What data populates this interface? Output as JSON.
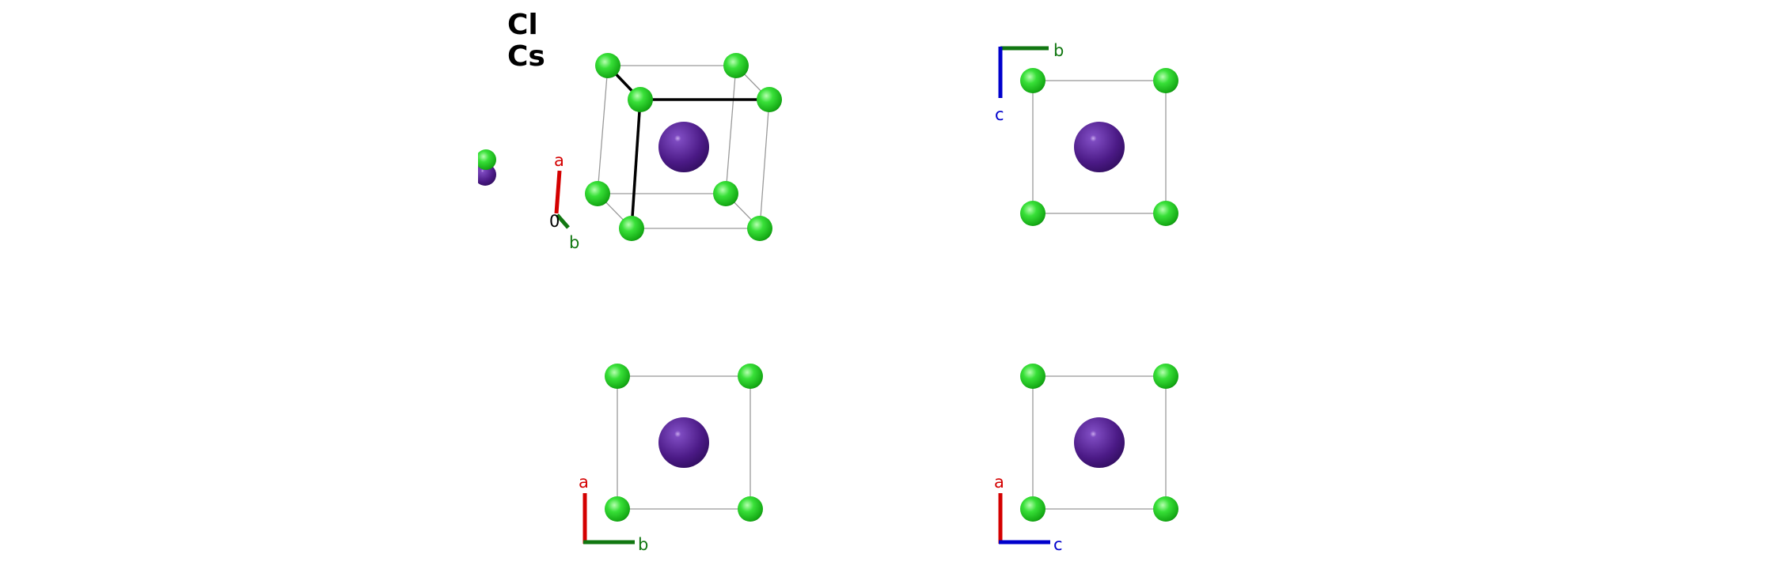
{
  "legend": {
    "items": [
      {
        "symbol": "Cl",
        "color": "#22cc22"
      },
      {
        "symbol": "Cs",
        "color": "#4b1a86"
      }
    ]
  },
  "colors": {
    "a_axis": "#d40000",
    "b_axis": "#117711",
    "c_axis": "#0000cc",
    "cell_edge": "#9a9a9a",
    "bond": "#000000",
    "origin": "#000000"
  },
  "panels": {
    "perspective": {
      "axes": {
        "a": "a",
        "b": "b",
        "origin": "0"
      }
    },
    "view_along_a": {
      "axes": {
        "b": "b",
        "c": "c"
      }
    },
    "view_along_c": {
      "axes": {
        "a": "a",
        "b": "b"
      }
    },
    "view_along_b": {
      "axes": {
        "a": "a",
        "c": "c"
      }
    }
  }
}
